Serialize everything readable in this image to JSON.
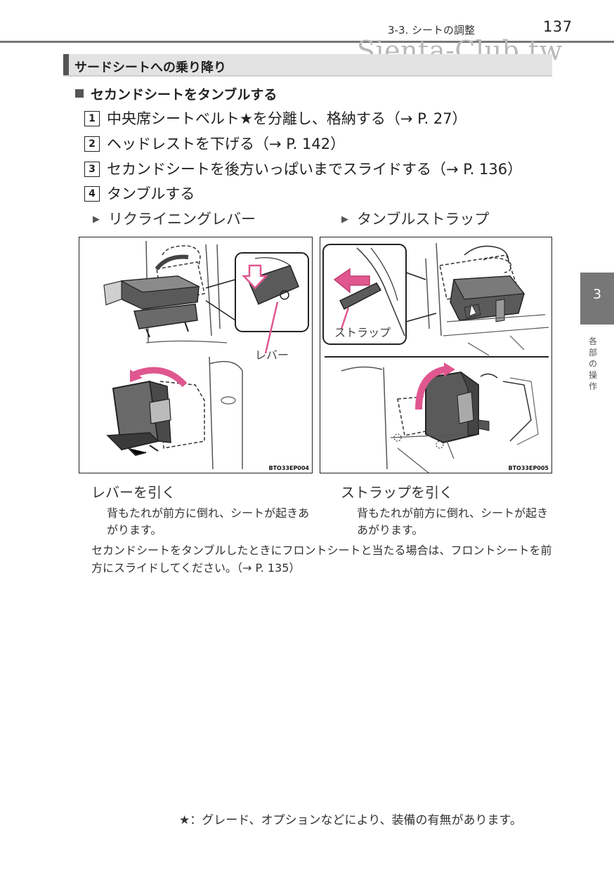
{
  "header": {
    "section": "3-3. シートの調整",
    "page_number": "137",
    "watermark": "Sienta-Club.tw"
  },
  "title_bar": {
    "title": "サードシートへの乗り降り"
  },
  "section": {
    "title": "セカンドシートをタンブルする"
  },
  "steps": [
    {
      "num": "1",
      "text": "中央席シートベルト★を分離し、格納する（→ P. 27）"
    },
    {
      "num": "2",
      "text": "ヘッドレストを下げる（→ P. 142）"
    },
    {
      "num": "3",
      "text": "セカンドシートを後方いっぱいまでスライドする（→ P. 136）"
    },
    {
      "num": "4",
      "text": "タンブルする"
    }
  ],
  "options": {
    "left": "リクライニングレバー",
    "right": "タンブルストラップ"
  },
  "figures": {
    "left": {
      "callout": "レバー",
      "code": "BTO33EP004"
    },
    "right": {
      "callout": "ストラップ",
      "code": "BTO33EP005"
    }
  },
  "captions": {
    "left_title": "レバーを引く",
    "left_desc": "背もたれが前方に倒れ、シートが起きあがります。",
    "right_title": "ストラップを引く",
    "right_desc": "背もたれが前方に倒れ、シートが起きあがります。"
  },
  "note": "セカンドシートをタンブルしたときにフロントシートと当たる場合は、フロントシートを前方にスライドしてください。（→ P. 135）",
  "side_tab": {
    "number": "3",
    "label": "各部の操作"
  },
  "footnote": "★：グレード、オプションなどにより、装備の有無があります。",
  "colors": {
    "arrow_pink": "#e0578f",
    "seat_gray": "#5a5a5a",
    "tab_gray": "#777777"
  }
}
